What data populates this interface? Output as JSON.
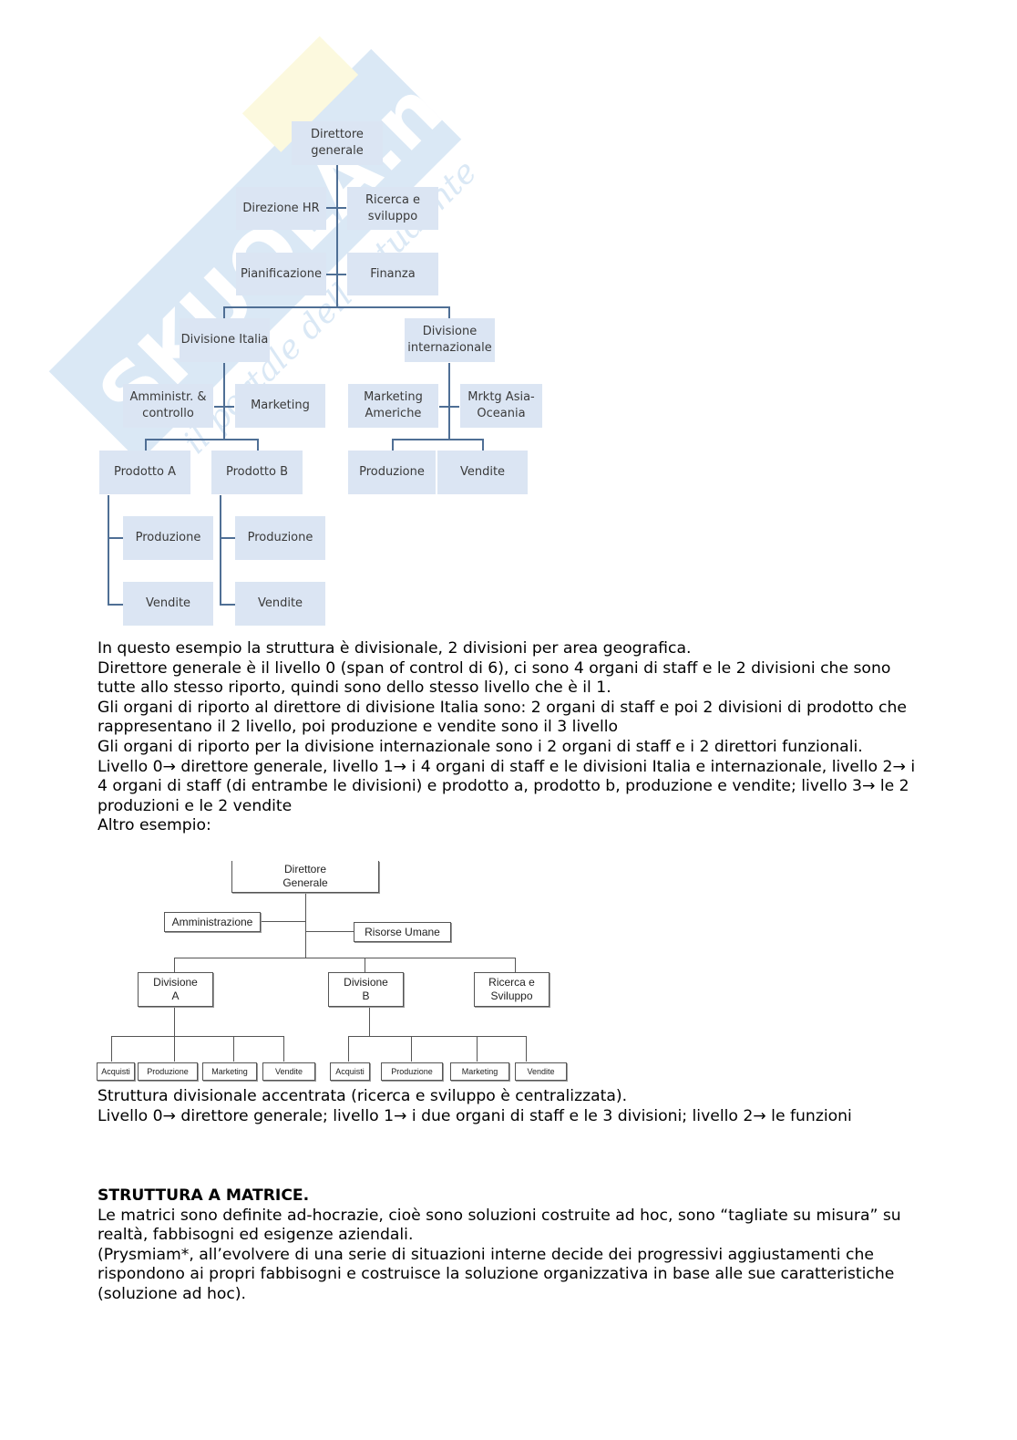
{
  "watermark": {
    "brand": "SKUOLA.net",
    "tagline": "il portale dello studente"
  },
  "chart1": {
    "nodes": {
      "dg": "Direttore\ngenerale",
      "hr": "Direzione HR",
      "rs": "Ricerca e\nsviluppo",
      "pian": "Pianificazione",
      "fin": "Finanza",
      "divit": "Divisione Italia",
      "divint": "Divisione\ninternazionale",
      "amm": "Amministr. &\ncontrollo",
      "mkt": "Marketing",
      "mktam": "Marketing\nAmeriche",
      "mktasia": "Mrktg Asia-\nOceania",
      "proda": "Prodotto A",
      "prodb": "Prodotto B",
      "prodint": "Produzione",
      "vendint": "Vendite",
      "pa_prod": "Produzione",
      "pa_vend": "Vendite",
      "pb_prod": "Produzione",
      "pb_vend": "Vendite"
    }
  },
  "text1": [
    "In questo esempio la struttura è divisionale, 2 divisioni per area geografica.",
    "Direttore generale è il livello 0 (span of control di 6), ci sono 4 organi di staff e le 2 divisioni che sono tutte allo stesso riporto, quindi sono dello stesso livello che è il 1.",
    "Gli organi di riporto al direttore di divisione Italia sono: 2 organi di staff e poi 2 divisioni di prodotto che rappresentano il 2 livello, poi produzione e vendite sono il 3 livello",
    "Gli organi di riporto per la divisione internazionale sono i 2 organi di staff e i 2 direttori funzionali.",
    "Livello 0→ direttore generale, livello 1→ i 4 organi di staff e le divisioni Italia e internazionale, livello 2→ i 4 organi di staff (di entrambe le divisioni) e prodotto a, prodotto b, produzione e vendite; livello 3→ le 2 produzioni e le 2 vendite",
    "Altro esempio:"
  ],
  "chart2": {
    "nodes": {
      "dg": "Direttore\nGenerale",
      "amm": "Amministrazione",
      "ru": "Risorse Umane",
      "diva": "Divisione\nA",
      "divb": "Divisione\nB",
      "rs": "Ricerca e\nSviluppo",
      "a_acq": "Acquisti",
      "a_prod": "Produzione",
      "a_mkt": "Marketing",
      "a_vend": "Vendite",
      "b_acq": "Acquisti",
      "b_prod": "Produzione",
      "b_mkt": "Marketing",
      "b_vend": "Vendite"
    }
  },
  "text2": [
    "Struttura divisionale accentrata (ricerca e sviluppo è centralizzata).",
    "Livello 0→ direttore generale; livello 1→ i due organi di staff e le 3 divisioni; livello 2→ le funzioni"
  ],
  "heading": "STRUTTURA A MATRICE.",
  "text3": [
    "Le matrici sono definite ad-hocrazie, cioè sono soluzioni costruite ad hoc, sono “tagliate su misura” su realtà, fabbisogni ed esigenze aziendali.",
    "(Prysmiam*, all’evolvere di una serie di situazioni interne decide dei progressivi aggiustamenti che rispondono ai propri fabbisogni e costruisce la soluzione organizzativa in base alle sue caratteristiche (soluzione ad hoc)."
  ]
}
